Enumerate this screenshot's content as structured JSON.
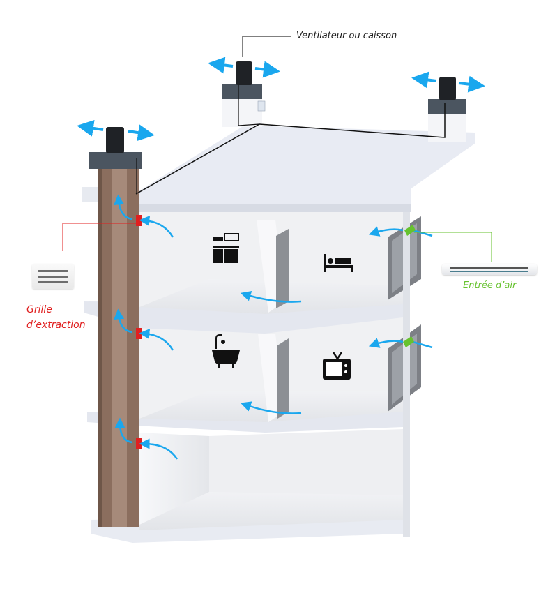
{
  "diagram": {
    "title": "Ventilation mécanique contrôlée",
    "labels": {
      "ventilateur": "Ventilateur ou caisson",
      "grille_line1": "Grille",
      "grille_line2": "d’extraction",
      "entree": "Entrée d’air"
    },
    "rooms": [
      {
        "name": "cuisine",
        "icon": "kitchen-icon"
      },
      {
        "name": "chambre",
        "icon": "bed-icon"
      },
      {
        "name": "salle de bain",
        "icon": "bathtub-icon"
      },
      {
        "name": "séjour",
        "icon": "tv-icon"
      }
    ],
    "colors": {
      "airflow": "#1aa7ee",
      "extraction": "#e02020",
      "entree": "#66c22e",
      "duct": "#8b6e5e",
      "roof": "#e8ebf3",
      "fan_base": "#4b5560",
      "label_text": "#1a1a1a"
    }
  }
}
